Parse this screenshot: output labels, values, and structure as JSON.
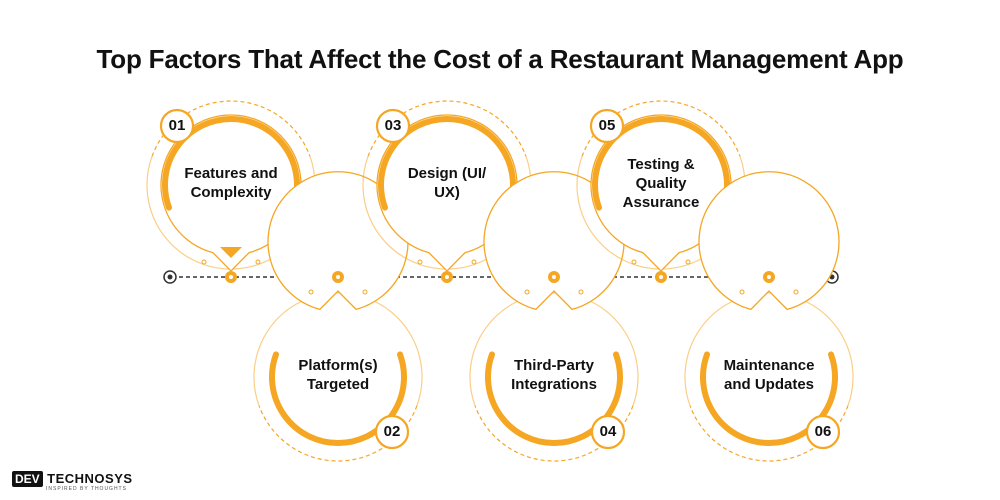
{
  "title": "Top Factors That Affect the Cost of a Restaurant Management App",
  "colors": {
    "accent": "#f5a623",
    "dark": "#111111",
    "line": "#333333"
  },
  "factors": [
    {
      "number": "01",
      "label": "Features and\nComplexity",
      "position": "top"
    },
    {
      "number": "02",
      "label": "Platform(s)\nTargeted",
      "position": "bottom"
    },
    {
      "number": "03",
      "label": "Design (UI/\nUX)",
      "position": "top"
    },
    {
      "number": "04",
      "label": "Third-Party\nIntegrations",
      "position": "bottom"
    },
    {
      "number": "05",
      "label": "Testing &\nQuality\nAssurance",
      "position": "top"
    },
    {
      "number": "06",
      "label": "Maintenance\nand Updates",
      "position": "bottom"
    }
  ],
  "logo": {
    "left": "DEV",
    "right": "TECHNOSYS",
    "tagline": "INSPIRED BY THOUGHTS"
  }
}
